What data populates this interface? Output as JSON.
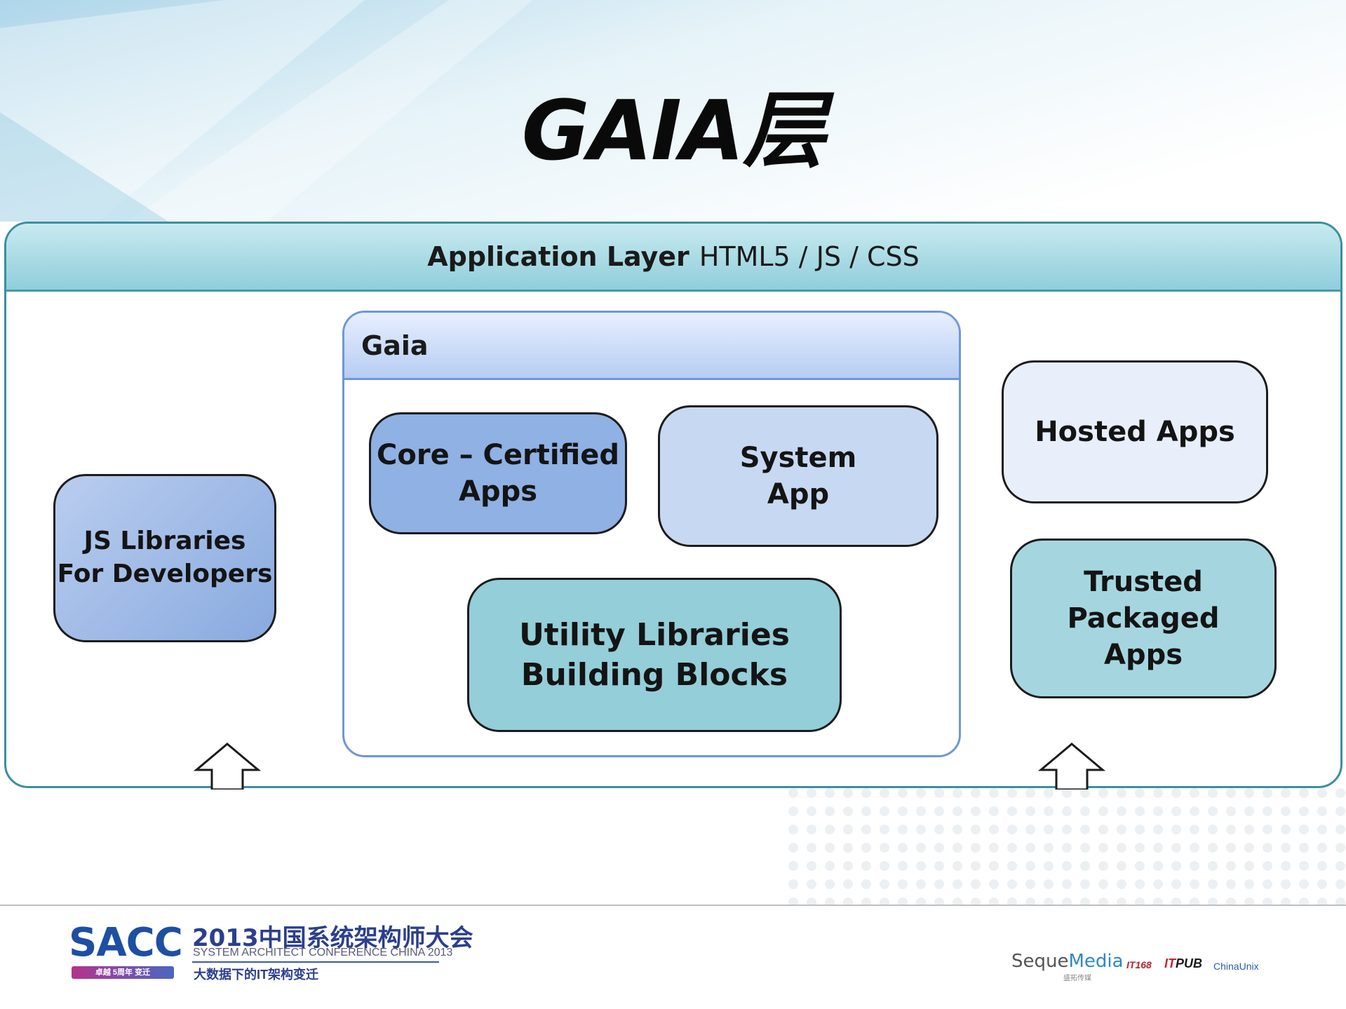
{
  "slide": {
    "title": "GAIA层"
  },
  "application_layer": {
    "title_bold": "Application Layer",
    "title_regular": "HTML5 / JS / CSS"
  },
  "gaia": {
    "title": "Gaia",
    "core_certified": "Core – Certified\nApps",
    "system_app": "System\nApp",
    "utility_libraries": "Utility Libraries\nBuilding Blocks"
  },
  "js_libraries": "JS Libraries\nFor Developers",
  "hosted_apps": "Hosted  Apps",
  "trusted_packaged": "Trusted\nPackaged\nApps",
  "colors": {
    "app_header": "#9fd4de",
    "gaia_border": "#6f97d8",
    "core_fill": "#8fb1e4",
    "system_fill": "#c7d8f2",
    "utility_fill": "#93ced9",
    "hosted_fill": "#e8eefa",
    "trusted_fill": "#a5d6df"
  },
  "footer": {
    "sacc": "SACC",
    "sacc_tag": "卓越 5周年 变迁",
    "conference_cn": "2013中国系统架构师大会",
    "conference_en": "SYSTEM ARCHITECT CONFERENCE CHINA 2013",
    "slogan": "大数据下的IT架构变迁",
    "seque_a": "Seque",
    "seque_b": "Media",
    "seque_sub": "盛拓传媒",
    "logo_it168": "IT168",
    "logo_itpub_a": "IT",
    "logo_itpub_b": "PUB",
    "logo_chinaunix": "ChinaUnix"
  }
}
